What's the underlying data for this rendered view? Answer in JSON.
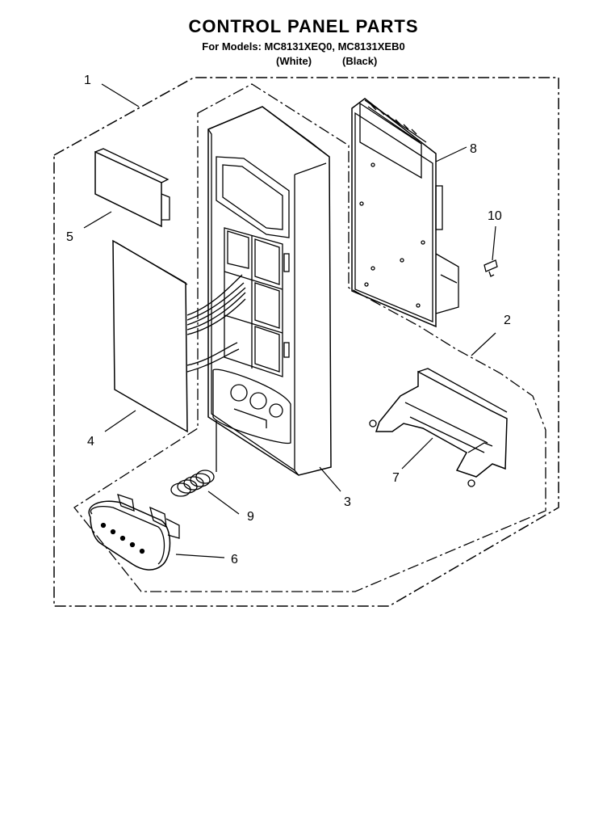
{
  "header": {
    "title": "CONTROL PANEL PARTS",
    "subtitle": "For Models: MC8131XEQ0, MC8131XEB0",
    "note_white": "(White)",
    "note_black": "(Black)"
  },
  "callouts": [
    {
      "id": "1",
      "part": "1"
    },
    {
      "id": "2",
      "part": "2"
    },
    {
      "id": "3",
      "part": "3"
    },
    {
      "id": "4",
      "part": "4"
    },
    {
      "id": "5",
      "part": "5"
    },
    {
      "id": "6",
      "part": "6"
    },
    {
      "id": "7",
      "part": "7"
    },
    {
      "id": "8",
      "part": "8"
    },
    {
      "id": "9",
      "part": "9"
    },
    {
      "id": "10",
      "part": "10"
    }
  ],
  "colors": {
    "ink": "#000000",
    "paper": "#ffffff"
  }
}
